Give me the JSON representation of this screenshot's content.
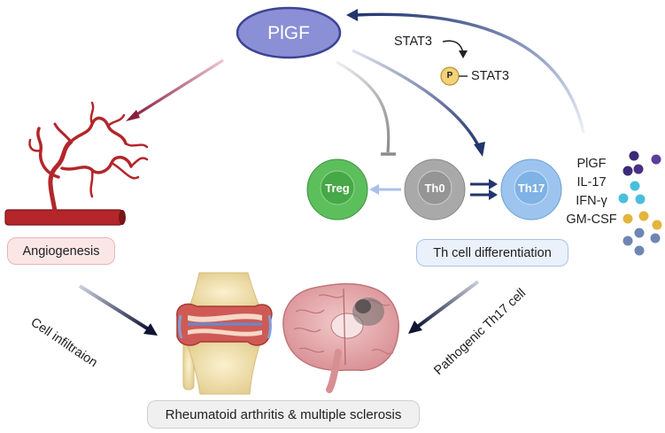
{
  "diagram": {
    "plgf_node": "PlGF",
    "stat3": "STAT3",
    "p_stat3": "STAT3",
    "phospho_badge": "P",
    "cells": {
      "treg": "Treg",
      "th0": "Th0",
      "th17": "Th17"
    },
    "cytokines": [
      "PlGF",
      "IL-17",
      "IFN-γ",
      "GM-CSF"
    ],
    "angiogenesis": "Angiogenesis",
    "th_diff": "Th cell differentiation",
    "cell_infiltration": "Cell infiltraion",
    "pathogenic_th17": "Pathogenic Th17 cell",
    "disease": "Rheumatoid arthritis & multiple sclerosis"
  },
  "colors": {
    "plgf_fill": "#8b8fd6",
    "plgf_stroke": "#3d4394",
    "treg": "#5cbf5c",
    "th0": "#a9a9a9",
    "th17": "#7fb2e5",
    "arrow_blue": "#23356e",
    "arrow_red": "#8a1e3d",
    "inhibit_gray": "#8c8c8c",
    "vessel_red": "#b3262a",
    "pill_pink_bg": "#fbe6e6",
    "pill_blue_bg": "#eaf1fb"
  }
}
